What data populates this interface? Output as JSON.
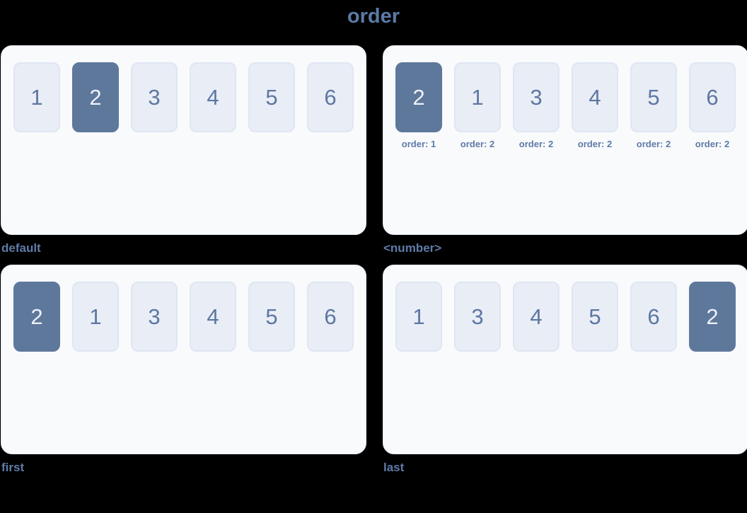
{
  "page": {
    "title": "order"
  },
  "colors": {
    "page_background": "#000000",
    "title_text": "#5b7aa6",
    "panel_background": "#f9fafc",
    "panel_border": "#e2e8f2",
    "box_background": "#e9edf6",
    "box_border": "#dfe6f2",
    "box_number_text": "#5d77a2",
    "highlight_background": "#5e789c",
    "highlight_text": "#edf1f8",
    "caption_text": "#5e7ba7",
    "order_label_text": "#5e7aa6"
  },
  "panels": [
    {
      "caption": "default",
      "items": [
        {
          "label": "1",
          "highlighted": false
        },
        {
          "label": "2",
          "highlighted": true
        },
        {
          "label": "3",
          "highlighted": false
        },
        {
          "label": "4",
          "highlighted": false
        },
        {
          "label": "5",
          "highlighted": false
        },
        {
          "label": "6",
          "highlighted": false
        }
      ]
    },
    {
      "caption": "<number>",
      "items": [
        {
          "label": "2",
          "highlighted": true,
          "sub": "order: 1"
        },
        {
          "label": "1",
          "highlighted": false,
          "sub": "order: 2"
        },
        {
          "label": "3",
          "highlighted": false,
          "sub": "order: 2"
        },
        {
          "label": "4",
          "highlighted": false,
          "sub": "order: 2"
        },
        {
          "label": "5",
          "highlighted": false,
          "sub": "order: 2"
        },
        {
          "label": "6",
          "highlighted": false,
          "sub": "order: 2"
        }
      ]
    },
    {
      "caption": "first",
      "items": [
        {
          "label": "2",
          "highlighted": true
        },
        {
          "label": "1",
          "highlighted": false
        },
        {
          "label": "3",
          "highlighted": false
        },
        {
          "label": "4",
          "highlighted": false
        },
        {
          "label": "5",
          "highlighted": false
        },
        {
          "label": "6",
          "highlighted": false
        }
      ]
    },
    {
      "caption": "last",
      "items": [
        {
          "label": "1",
          "highlighted": false
        },
        {
          "label": "3",
          "highlighted": false
        },
        {
          "label": "4",
          "highlighted": false
        },
        {
          "label": "5",
          "highlighted": false
        },
        {
          "label": "6",
          "highlighted": false
        },
        {
          "label": "2",
          "highlighted": true
        }
      ]
    }
  ]
}
